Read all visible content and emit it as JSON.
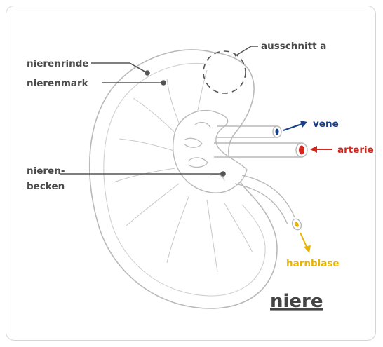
{
  "labels": {
    "nierenrinde": "nierenrinde",
    "nierenmark": "nierenmark",
    "ausschnitt": "ausschnitt a",
    "nierenbecken_line1": "nieren-",
    "nierenbecken_line2": "becken",
    "vene": "vene",
    "arterie": "arterie",
    "harnblase": "harnblase",
    "title": "niere"
  },
  "colors": {
    "vene": "#173f8c",
    "arterie": "#d4261c",
    "harnblase": "#e8b400",
    "leader": "#555555",
    "outline": "#b9b9b9"
  }
}
